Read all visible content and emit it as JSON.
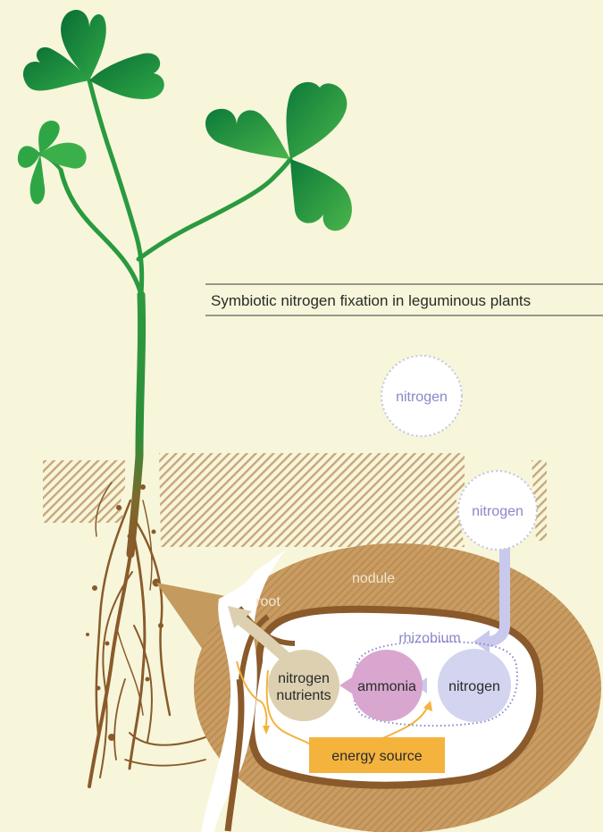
{
  "title": "Symbiotic nitrogen fixation in leguminous plants",
  "labels": {
    "nitrogen_air": "nitrogen",
    "nitrogen_soil": "nitrogen",
    "nodule": "nodule",
    "root": "root",
    "rhizobium": "rhizobium",
    "nitrogen_inside": "nitrogen",
    "ammonia": "ammonia",
    "nitrogen_nutrients_line1": "nitrogen",
    "nitrogen_nutrients_line2": "nutrients",
    "energy_source": "energy source"
  },
  "colors": {
    "background": "#f7f6da",
    "leaf_dark": "#0b7a3a",
    "leaf_light": "#3fae45",
    "root_brown": "#8a5a2b",
    "nodule_tan": "#c49a5e",
    "nitrogen_purple": "#8a87c9",
    "nitrogen_fill": "#d3d4ef",
    "ammonia_fill": "#d8a6cf",
    "nutrients_fill": "#dcd0b0",
    "energy_orange": "#f3b33d"
  }
}
